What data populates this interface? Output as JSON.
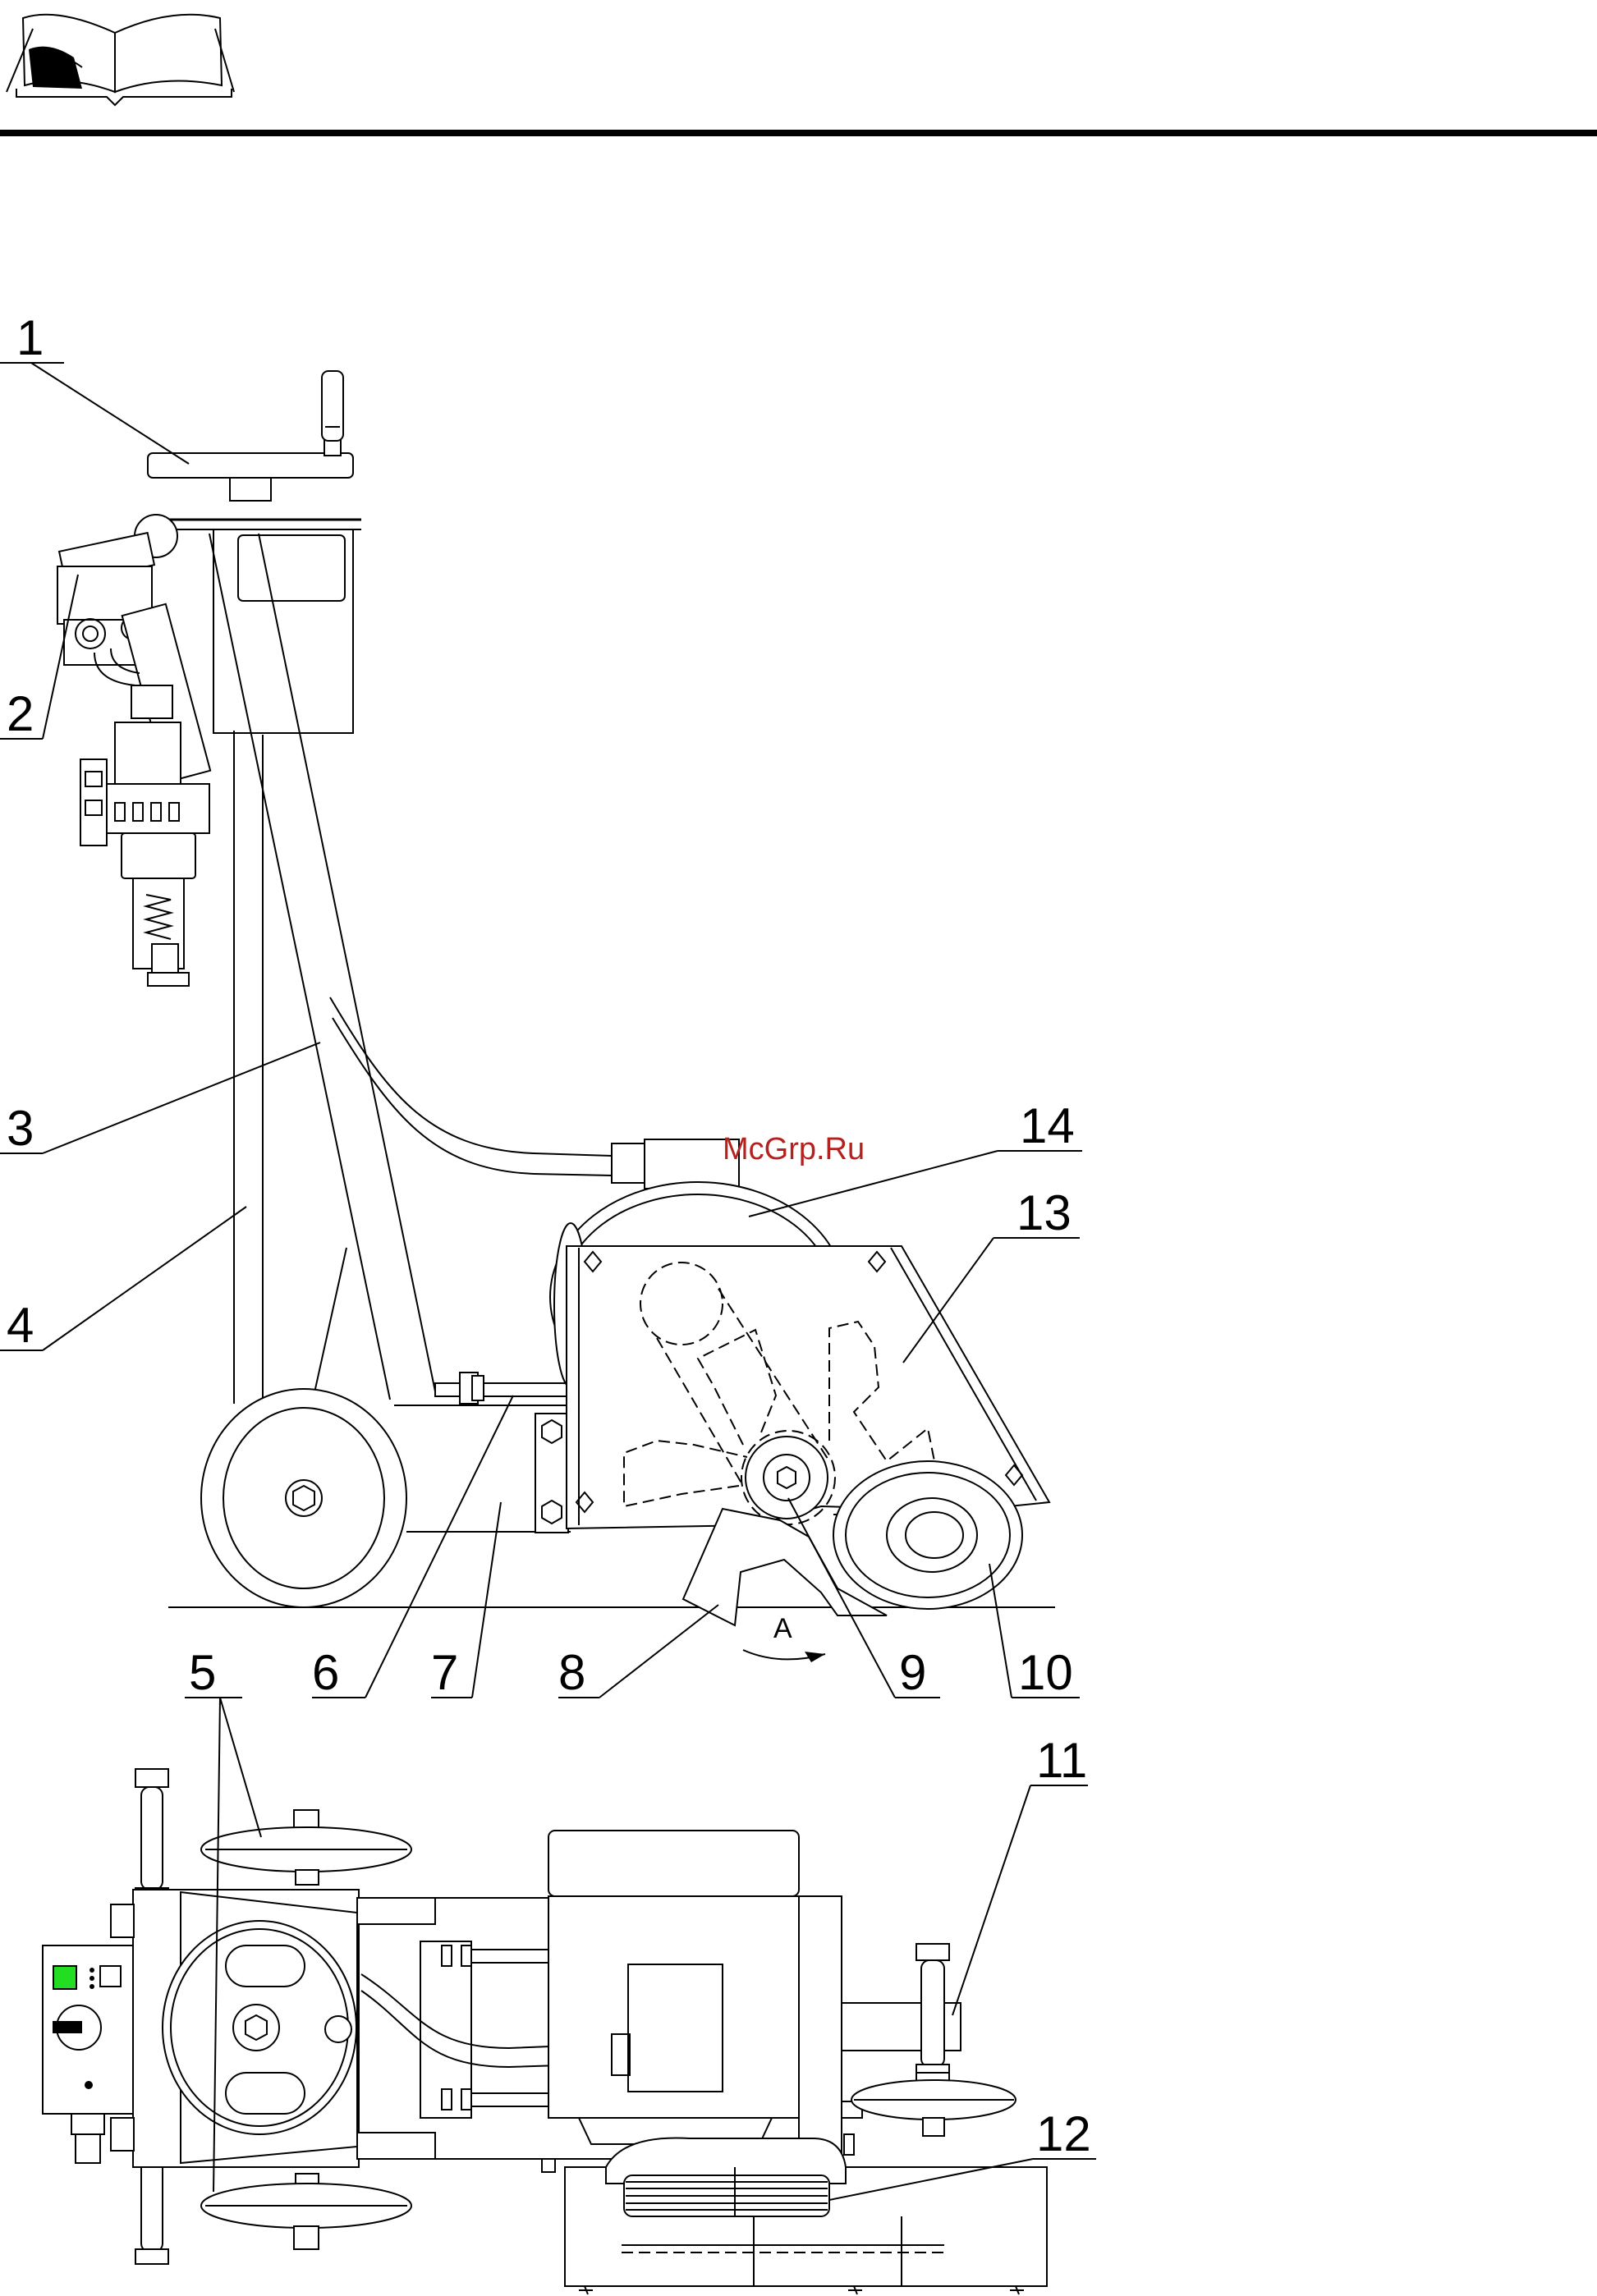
{
  "watermark": "McGrp.Ru",
  "direction_label": "A",
  "callouts": {
    "c1": "1",
    "c2": "2",
    "c3": "3",
    "c4": "4",
    "c5": "5",
    "c6": "6",
    "c7": "7",
    "c8": "8",
    "c9": "9",
    "c10": "10",
    "c11": "11",
    "c12": "12",
    "c13": "13",
    "c14": "14"
  },
  "icons": {
    "header": "open-book-icon"
  },
  "colors": {
    "line": "#000000",
    "indicator": "#22dd22",
    "watermark": "#b5211e"
  }
}
